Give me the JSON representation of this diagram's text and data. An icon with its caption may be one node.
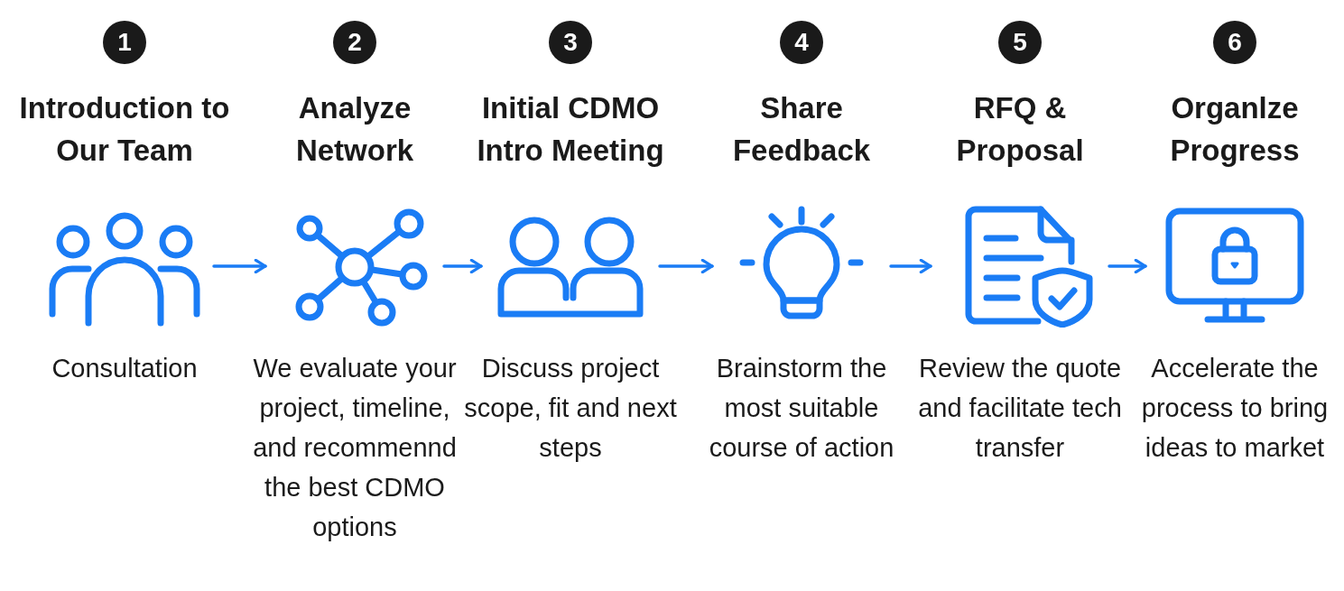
{
  "diagram": {
    "nodes": [
      {
        "text": [],
        "shape": "picture"
      },
      {
        "text": [],
        "shape": "picture"
      },
      {
        "text": [],
        "shape": "picture"
      },
      {
        "text": [],
        "shape": "picture"
      },
      {
        "text": [],
        "shape": "picture"
      },
      {
        "text": [],
        "shape": "picture"
      }
    ],
    "edges": [
      {
        "from": 0,
        "to": 1,
        "arrow": "to"
      },
      {
        "from": 1,
        "to": 2,
        "arrow": "to"
      },
      {
        "from": 2,
        "to": 3,
        "arrow": "to"
      },
      {
        "from": 3,
        "to": 4,
        "arrow": "to"
      },
      {
        "from": 4,
        "to": 5,
        "arrow": "to"
      }
    ],
    "labels": [
      "1",
      "2",
      "3",
      "4",
      "5",
      "6",
      "Introduction to Our Team",
      "Analyze Network",
      "Initial CDMO Intro Meeting",
      "Share Feedback",
      "RFQ & Proposal",
      "Organlze Progress",
      "Consultation",
      "We evaluate your project, timeline, and recommennd the best CDMO options",
      "Discuss project scope, fit and next steps",
      "Brainstorm the most suitable course of action",
      "Review the quote and facilitate tech transfer",
      "Accelerate the process to bring ideas to market"
    ]
  }
}
